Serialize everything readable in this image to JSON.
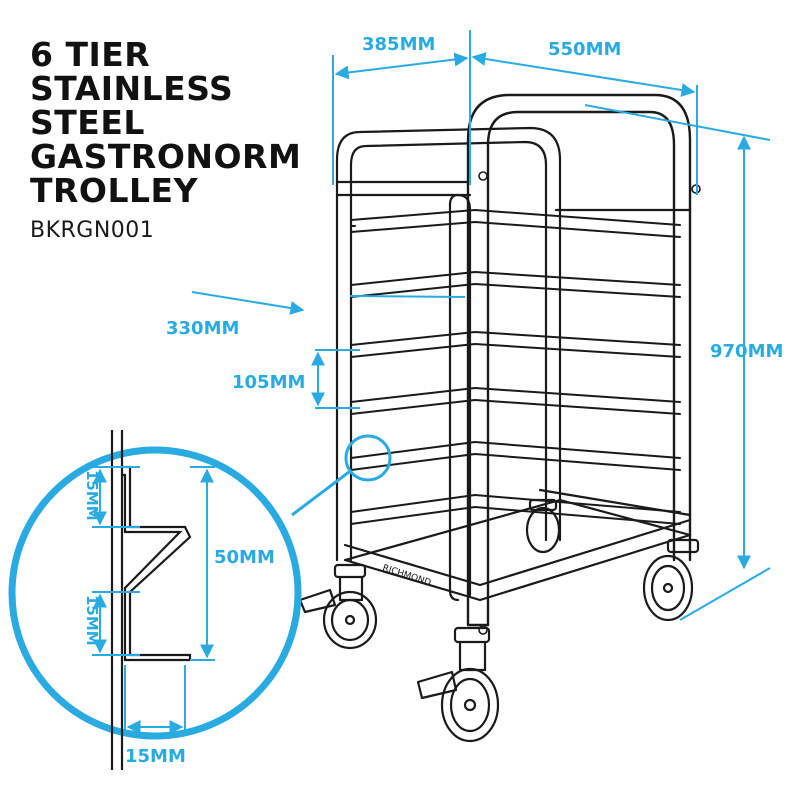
{
  "title": {
    "lines": [
      "6 TIER",
      "STAINLESS",
      "STEEL",
      "GASTRONORM",
      "TROLLEY"
    ],
    "sku": "BKRGN001"
  },
  "brand": "RICHMOND",
  "dimensions": {
    "depth": "385MM",
    "width": "550MM",
    "height": "970MM",
    "runner_length": "330MM",
    "tier_spacing": "105MM",
    "runner_gap_top": "15MM",
    "runner_gap_bottom": "15MM",
    "runner_height": "50MM",
    "runner_depth": "15MM"
  },
  "colors": {
    "dimension": "#29abe2",
    "outline": "#1a1a1a",
    "title": "#111111"
  }
}
